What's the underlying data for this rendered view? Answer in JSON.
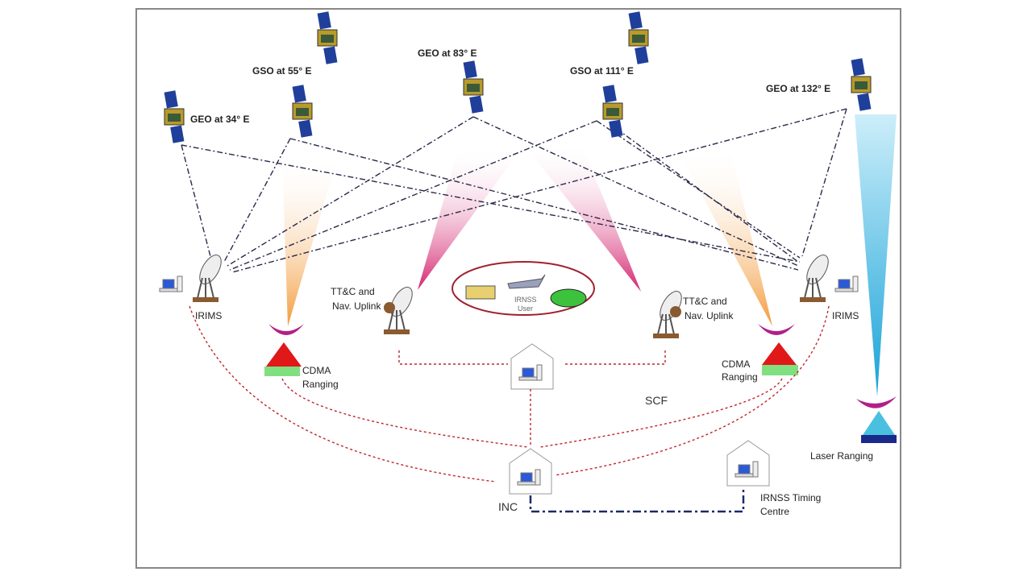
{
  "satellites": [
    {
      "label": "GEO at 34° E"
    },
    {
      "label": "GSO at 55° E"
    },
    {
      "label": "GEO at 83° E"
    },
    {
      "label": "GSO at 111° E"
    },
    {
      "label": "GEO at 132° E"
    }
  ],
  "ground": {
    "irims_left": "IRIMS",
    "irims_right": "IRIMS",
    "ttc_left": [
      "TT&C and",
      "Nav. Uplink"
    ],
    "ttc_right": [
      "TT&C and",
      "Nav. Uplink"
    ],
    "cdma_left": [
      "CDMA",
      "Ranging"
    ],
    "cdma_right": [
      "CDMA",
      "Ranging"
    ],
    "user": [
      "IRNSS",
      "User"
    ],
    "scf": "SCF",
    "inc": "INC",
    "timing": [
      "IRNSS Timing",
      "Centre"
    ],
    "laser": "Laser Ranging"
  },
  "colors": {
    "beam_pink": "#d4226e",
    "beam_orange": "#f39a3a",
    "beam_cyan": "#1aa3d8",
    "link_red": "#c0262a",
    "link_navy": "#1a2a6a",
    "panel_blue": "#1f3f9a"
  }
}
